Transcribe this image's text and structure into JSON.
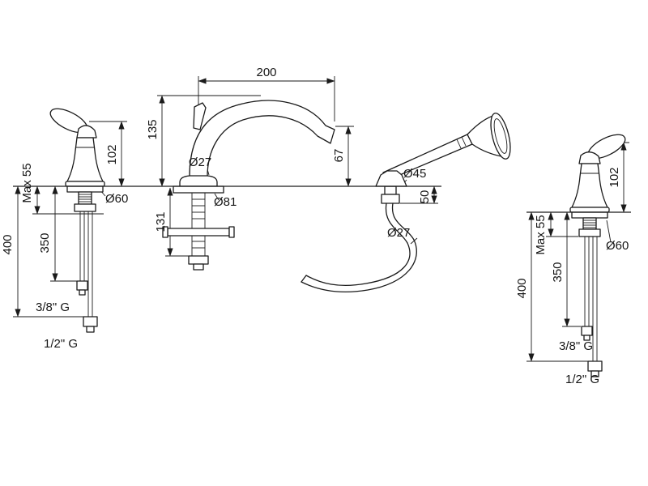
{
  "drawing": {
    "subject": "deck-mounted bath mixer with hand shower - dimensional drawing",
    "line_color": "#1a1a1a",
    "background": "#ffffff",
    "labels": {
      "spout_reach": "200",
      "spout_height": "135",
      "left_handle_height": "102",
      "left_max_thickness": "Max 55",
      "left_base_diameter": "Ø60",
      "left_supply_length": "400",
      "left_tail_length": "350",
      "left_small_connector": "3/8\" G",
      "left_large_connector": "1/2\" G",
      "spout_neck_diameter": "Ø27",
      "spout_outlet_height": "67",
      "spout_base_diameter": "Ø81",
      "spout_under_deck": "131",
      "shower_base_diameter": "Ø45",
      "shower_under_deck": "50",
      "hose_diameter": "Ø27",
      "right_handle_height": "102",
      "right_max_thickness": "Max 55",
      "right_base_diameter": "Ø60",
      "right_supply_length": "400",
      "right_tail_length": "350",
      "right_small_connector": "3/8\" G",
      "right_large_connector": "1/2\" G"
    }
  }
}
